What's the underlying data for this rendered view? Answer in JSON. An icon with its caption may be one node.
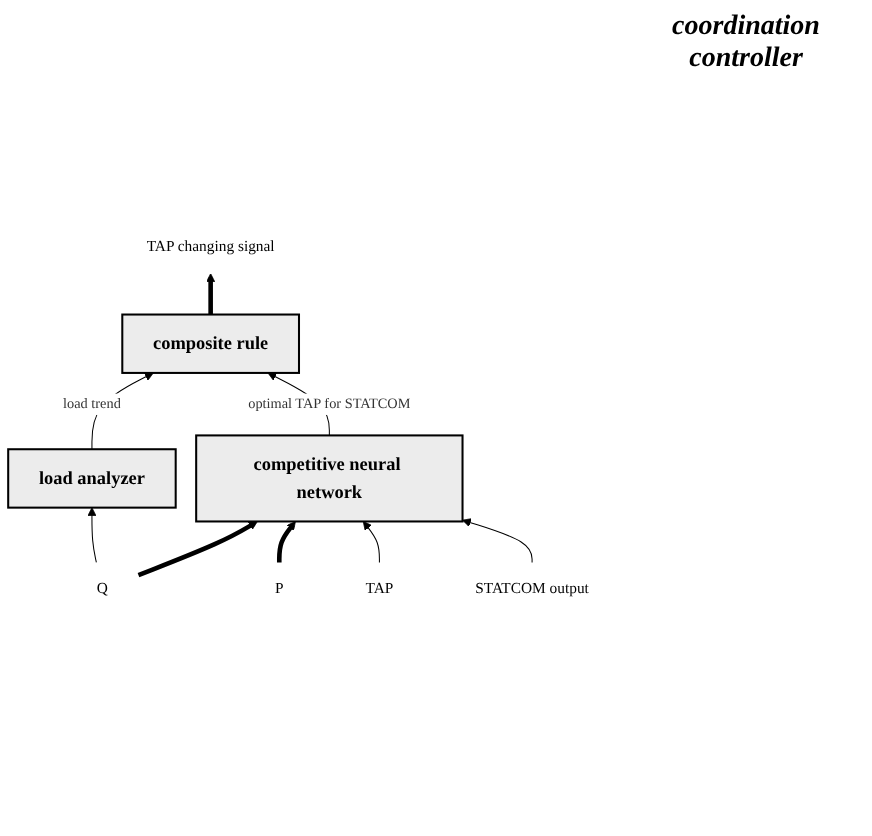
{
  "diagram": {
    "nodes": [
      {
        "text": [
          "TAP changing signal"
        ]
      },
      {
        "text": [
          "composite rule"
        ]
      },
      {
        "text": [
          "load analyzer"
        ]
      },
      {
        "text": [
          "competitive neural network"
        ]
      },
      {
        "text": [
          "Q"
        ]
      },
      {
        "text": [
          "P"
        ]
      },
      {
        "text": [
          "TAP"
        ]
      },
      {
        "text": [
          "STATCOM output"
        ]
      }
    ],
    "edges": [
      {
        "from": 1,
        "to": 0,
        "arrow": "to",
        "style": "thick"
      },
      {
        "from": 2,
        "to": 1,
        "arrow": "to",
        "label": "load trend"
      },
      {
        "from": 3,
        "to": 1,
        "arrow": "to",
        "label": "optimal TAP for STATCOM"
      },
      {
        "from": 4,
        "to": 3,
        "arrow": "to",
        "style": "thick"
      },
      {
        "from": 4,
        "to": 2,
        "arrow": "to"
      },
      {
        "from": 5,
        "to": 3,
        "arrow": "to",
        "style": "thick"
      },
      {
        "from": 6,
        "to": 3,
        "arrow": "to"
      },
      {
        "from": 7,
        "to": 3,
        "arrow": "to"
      }
    ],
    "labels": [
      "coordination controller"
    ]
  }
}
